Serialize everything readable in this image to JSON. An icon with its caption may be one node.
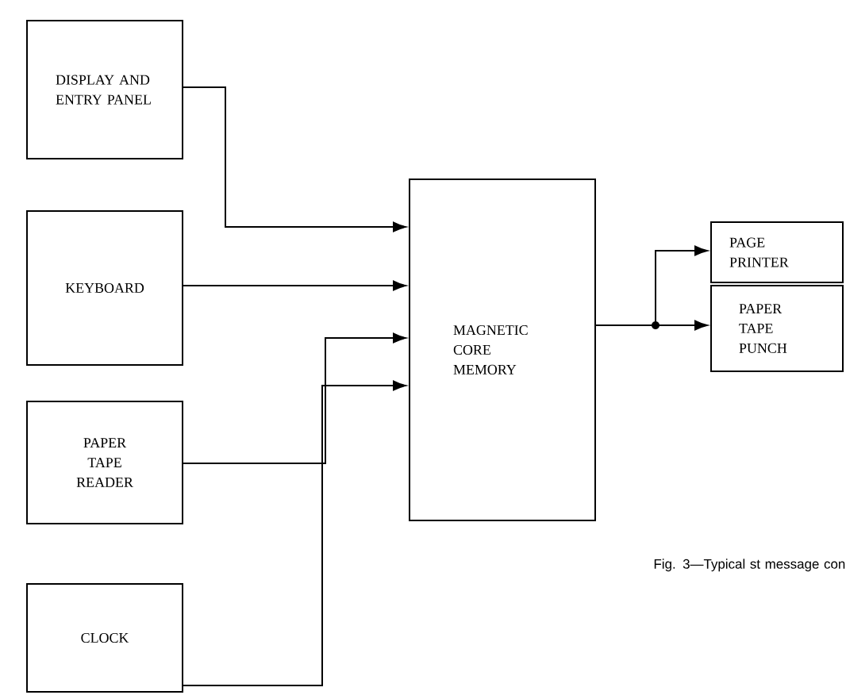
{
  "diagram": {
    "caption": "Fig. 3—Typical st message con",
    "nodes": [
      {
        "text": [
          "DISPLAY AND ENTRY PANEL"
        ]
      },
      {
        "text": [
          "KEYBOARD"
        ]
      },
      {
        "text": [
          "PAPER TAPE READER"
        ]
      },
      {
        "text": [
          "CLOCK"
        ]
      },
      {
        "text": [
          "MAGNETIC CORE MEMORY"
        ]
      },
      {
        "text": [
          "PAGE PRINTER"
        ]
      },
      {
        "text": [
          "PAPER TAPE PUNCH"
        ]
      }
    ],
    "edges": [
      {
        "from": 0,
        "to": 4,
        "arrow": "to"
      },
      {
        "from": 1,
        "to": 4,
        "arrow": "to"
      },
      {
        "from": 2,
        "to": 4,
        "arrow": "to"
      },
      {
        "from": 3,
        "to": 4,
        "arrow": "to"
      },
      {
        "from": 4,
        "to": 5,
        "arrow": "to"
      },
      {
        "from": 4,
        "to": 6,
        "arrow": "to"
      }
    ]
  }
}
